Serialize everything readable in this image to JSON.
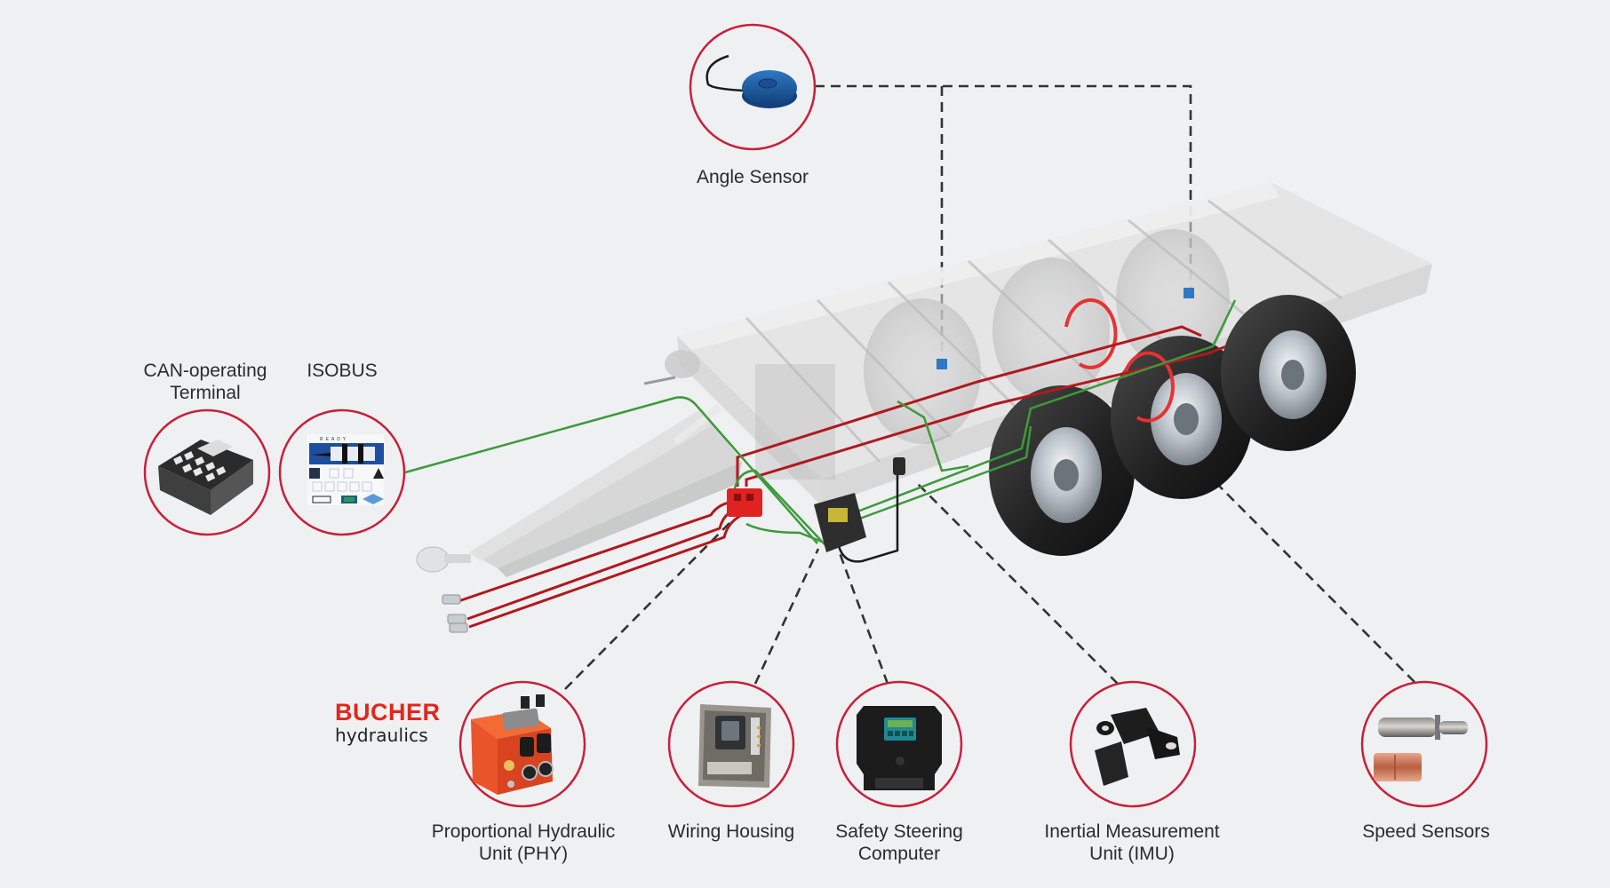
{
  "diagram": {
    "title": "Trailer safety steering system components",
    "colors": {
      "background": "#eff0f2",
      "callout_ring": "#c8203a",
      "leader_line": "#333333",
      "hydraulic_line": "#b0191e",
      "can_line": "#3c9a3a",
      "power_line": "#1a1a1a",
      "brand_red": "#e3261c",
      "angle_sensor_blue": "#1f5ea8"
    },
    "components": [
      {
        "id": "angle-sensor",
        "label_lines": [
          "Angle Sensor"
        ],
        "icon": "angle-sensor-icon"
      },
      {
        "id": "can-terminal",
        "label_lines": [
          "CAN-operating",
          "Terminal"
        ],
        "icon": "control-terminal-icon"
      },
      {
        "id": "isobus",
        "label_lines": [
          "ISOBUS"
        ],
        "icon": "isobus-screen-icon",
        "screen_text": "READY"
      },
      {
        "id": "phy",
        "label_lines": [
          "Proportional Hydraulic",
          "Unit (PHY)"
        ],
        "icon": "hydraulic-valve-icon"
      },
      {
        "id": "wiring-housing",
        "label_lines": [
          "Wiring Housing"
        ],
        "icon": "wiring-box-icon"
      },
      {
        "id": "ssc",
        "label_lines": [
          "Safety Steering",
          "Computer"
        ],
        "icon": "steering-computer-icon"
      },
      {
        "id": "imu",
        "label_lines": [
          "Inertial Measurement",
          "Unit (IMU)"
        ],
        "icon": "imu-sensor-icon"
      },
      {
        "id": "speed-sensors",
        "label_lines": [
          "Speed Sensors"
        ],
        "icon": "speed-sensor-icon"
      }
    ],
    "brand": {
      "name": "BUCHER",
      "subtitle": "hydraulics"
    },
    "vehicle": {
      "type": "three-axle trailer",
      "axles": 3,
      "steering_arrows": 2
    }
  }
}
